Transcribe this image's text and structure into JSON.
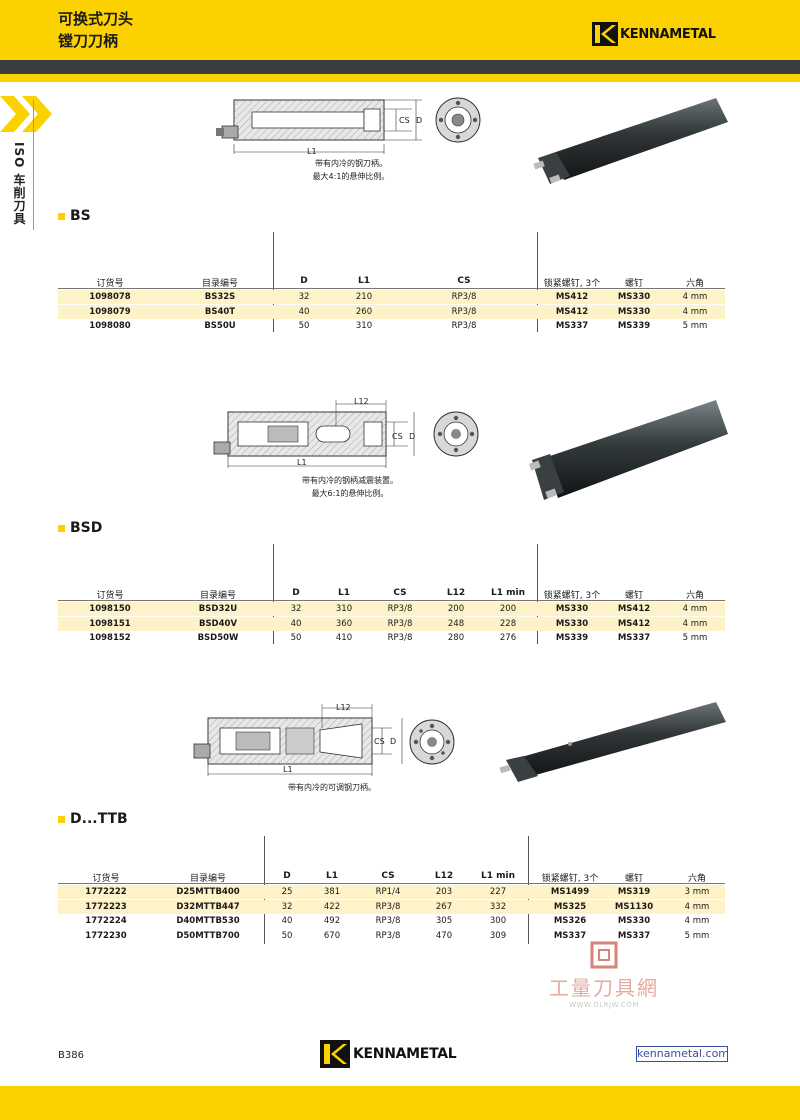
{
  "header": {
    "title_line1": "可换式刀头",
    "title_line2": "镗刀刀柄",
    "brand": "KENNAMETAL",
    "yellow": "#fcd100",
    "dark": "#3a3c3f"
  },
  "sidebar": {
    "label": "ISO 车削刀具"
  },
  "sections": {
    "bs": {
      "title": "BS",
      "caption_line1": "带有内冷的钢刀柄。",
      "caption_line2": "最大4:1的悬伸比例。",
      "dims": {
        "l1": "L1",
        "cs": "CS",
        "d": "D"
      },
      "headers": [
        "订货号",
        "目录编号",
        "D",
        "L1",
        "CS",
        "锁紧螺钉, 3个",
        "螺钉",
        "六角"
      ],
      "rows": [
        [
          "1098078",
          "BS32S",
          "32",
          "210",
          "RP3/8",
          "MS412",
          "MS330",
          "4 mm"
        ],
        [
          "1098079",
          "BS40T",
          "40",
          "260",
          "RP3/8",
          "MS412",
          "MS330",
          "4 mm"
        ],
        [
          "1098080",
          "BS50U",
          "50",
          "310",
          "RP3/8",
          "MS337",
          "MS339",
          "5 mm"
        ]
      ]
    },
    "bsd": {
      "title": "BSD",
      "caption_line1": "带有内冷的钢柄减震装置。",
      "caption_line2": "最大6:1的悬伸比例。",
      "dims": {
        "l1": "L1",
        "l12": "L12",
        "cs": "CS",
        "d": "D"
      },
      "headers": [
        "订货号",
        "目录编号",
        "D",
        "L1",
        "CS",
        "L12",
        "L1 min",
        "锁紧螺钉, 3个",
        "螺钉",
        "六角"
      ],
      "rows": [
        [
          "1098150",
          "BSD32U",
          "32",
          "310",
          "RP3/8",
          "200",
          "200",
          "MS330",
          "MS412",
          "4 mm"
        ],
        [
          "1098151",
          "BSD40V",
          "40",
          "360",
          "RP3/8",
          "248",
          "228",
          "MS330",
          "MS412",
          "4 mm"
        ],
        [
          "1098152",
          "BSD50W",
          "50",
          "410",
          "RP3/8",
          "280",
          "276",
          "MS339",
          "MS337",
          "5 mm"
        ]
      ]
    },
    "ttb": {
      "title": "D...TTB",
      "caption_line1": "带有内冷的可调钢刀柄。",
      "dims": {
        "l1": "L1",
        "l12": "L12",
        "cs": "CS",
        "d": "D"
      },
      "headers": [
        "订货号",
        "目录编号",
        "D",
        "L1",
        "CS",
        "L12",
        "L1 min",
        "锁紧螺钉, 3个",
        "螺钉",
        "六角"
      ],
      "rows": [
        [
          "1772222",
          "D25MTTB400",
          "25",
          "381",
          "RP1/4",
          "203",
          "227",
          "MS1499",
          "MS319",
          "3 mm"
        ],
        [
          "1772223",
          "D32MTTB447",
          "32",
          "422",
          "RP3/8",
          "267",
          "332",
          "MS325",
          "MS1130",
          "4 mm"
        ],
        [
          "1772224",
          "D40MTTB530",
          "40",
          "492",
          "RP3/8",
          "305",
          "300",
          "MS326",
          "MS330",
          "4 mm"
        ],
        [
          "1772230",
          "D50MTTB700",
          "50",
          "670",
          "RP3/8",
          "470",
          "309",
          "MS337",
          "MS337",
          "5 mm"
        ]
      ]
    }
  },
  "watermark": {
    "text": "工量刀具網",
    "url": "WWW.GLRJW.COM"
  },
  "footer": {
    "page_number": "B386",
    "brand": "KENNAMETAL",
    "website": "kennametal.com"
  }
}
